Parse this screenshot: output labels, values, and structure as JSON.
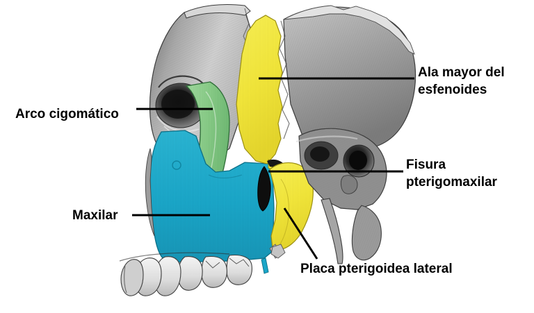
{
  "figure": {
    "title": "Vista lateral del craneo - region infratemporal",
    "type": "anatomical-illustration",
    "view": "lateral",
    "background_color": "#ffffff",
    "bone_colors": {
      "maxilla_cyan": "#1CA8C9",
      "sphenoid_yellow": "#F2E63C",
      "zygomatic_arch_green": "#8CCB8B",
      "bone_gray_light": "#C9C9C9",
      "bone_gray_mid": "#9A9A9A",
      "bone_gray_dark": "#5A5A5A",
      "outline_black": "#1a1a1a",
      "tooth_white": "#EDEDED",
      "leader_line": "#000000"
    },
    "regions": [
      {
        "name": "ala-mayor-del-esfenoides",
        "color": "#F2E63C",
        "label": "Ala mayor del esfenoides"
      },
      {
        "name": "arco-cigomatico",
        "color": "#8CCB8B",
        "label": "Arco cigomático"
      },
      {
        "name": "maxilar",
        "color": "#1CA8C9",
        "label": "Maxilar"
      },
      {
        "name": "placa-pterigoidea-lateral",
        "color": "#F2E63C",
        "label": "Placa pterigoidea lateral"
      },
      {
        "name": "fisura-pterigomaxilar",
        "color": "#141414",
        "label": "Fisura pterigomaxilar"
      }
    ]
  },
  "labels": {
    "arco_cigomatico": "Arco cigomático",
    "ala_mayor_line1": "Ala mayor del",
    "ala_mayor_line2": "esfenoides",
    "fisura_line1": "Fisura",
    "fisura_line2": "pterigomaxilar",
    "maxilar": "Maxilar",
    "placa_pterigoidea_lateral": "Placa pterigoidea lateral"
  }
}
